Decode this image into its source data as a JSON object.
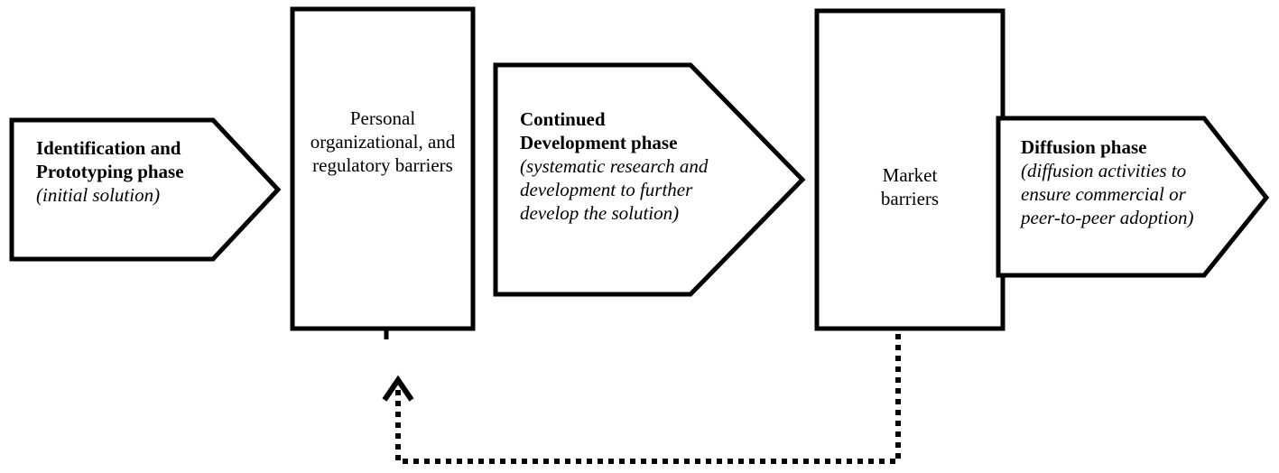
{
  "colors": {
    "stroke": "#000000",
    "background": "#ffffff"
  },
  "phases": [
    {
      "title": "Identification and Prototyping phase",
      "subtitle": "(initial solution)"
    },
    {
      "title": "Continued Development phase",
      "subtitle": "(systematic research and development to further develop the solution)"
    },
    {
      "title": "Diffusion phase",
      "subtitle": "(diffusion activities to ensure commercial or peer-to-peer adoption)"
    }
  ],
  "barriers": [
    {
      "text": "Personal organizational, and regulatory barriers"
    },
    {
      "text": "Market barriers"
    }
  ],
  "feedback_arrow": {
    "style": "dotted",
    "from": "Market barriers",
    "to": "Personal organizational, and regulatory barriers"
  }
}
